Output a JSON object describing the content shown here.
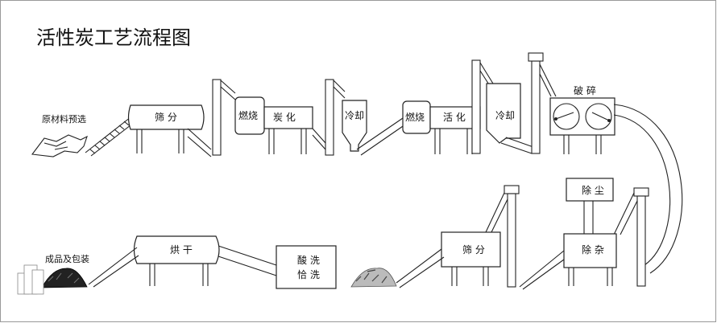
{
  "title": "活性炭工艺流程图",
  "stages": {
    "raw_select": "原材料预选",
    "screen_1": "筛 分",
    "burn_1": "燃烧",
    "carbonize": "炭  化",
    "cool_1": "冷却",
    "burn_2": "燃烧",
    "activate": "活  化",
    "cool_2": "冷却",
    "crush": "破 碎",
    "dust_removal": "除 尘",
    "impurity_removal": "除 杂",
    "screen_2": "筛 分",
    "acid_wash_1": "酸 洗",
    "acid_wash_2": "恰 洗",
    "dry": "烘 干",
    "product_pack": "成品及包装"
  }
}
